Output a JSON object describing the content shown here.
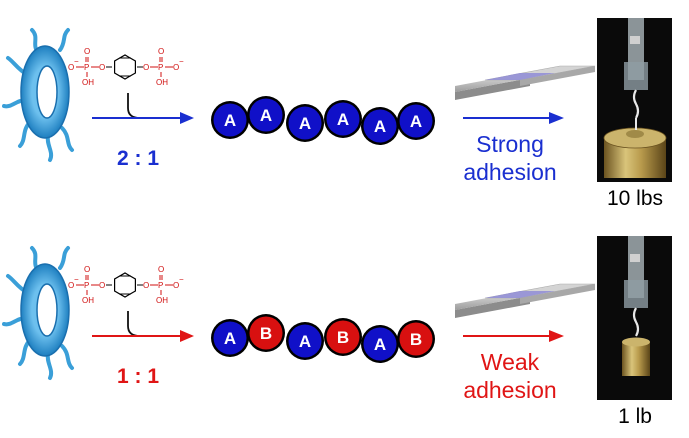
{
  "colors": {
    "blue_bead": "#1010c8",
    "red_bead": "#d81010",
    "strong": "#1a2fd0",
    "weak": "#e01515",
    "macrocycle": "#3a9fd8",
    "chem_red": "#d01010"
  },
  "rows": [
    {
      "ratio": "2 : 1",
      "adhesion_line1": "Strong",
      "adhesion_line2": "adhesion",
      "weight_label": "10 lbs",
      "beads": [
        "A",
        "A",
        "A",
        "A",
        "A",
        "A"
      ]
    },
    {
      "ratio": "1 : 1",
      "adhesion_line1": "Weak",
      "adhesion_line2": "adhesion",
      "weight_label": "1 lb",
      "beads": [
        "A",
        "B",
        "A",
        "B",
        "A",
        "B"
      ]
    }
  ],
  "molecule_labels": {
    "o_minus": "O",
    "minus": "−",
    "o": "O",
    "p": "P",
    "oh": "OH"
  }
}
